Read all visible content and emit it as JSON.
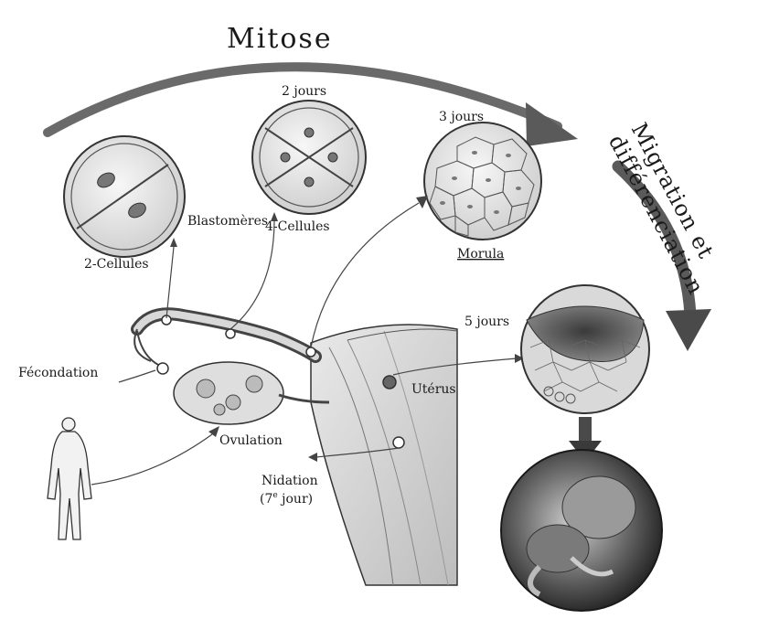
{
  "diagram": {
    "title_top": "Mitose",
    "title_side_line1": "Migration et",
    "title_side_line2": "différenciation",
    "labels": {
      "two_cells": "2-Cellules",
      "blastomeres": "Blastomères",
      "two_days": "2 jours",
      "four_cells": "4-Cellules",
      "three_days": "3 jours",
      "morula": "Morula",
      "five_days": "5 jours",
      "fecondation": "Fécondation",
      "ovulation": "Ovulation",
      "uterus": "Utérus",
      "nidation_line1": "Nidation",
      "nidation_line2_prefix": "(7",
      "nidation_line2_sup": "e",
      "nidation_line2_suffix": " jour)"
    },
    "colors": {
      "ink": "#1a1a1a",
      "cell_fill": "#e6e6e6",
      "arrow_dark": "#5a5a5a",
      "embryo_bg": "#2b2b2b"
    }
  }
}
